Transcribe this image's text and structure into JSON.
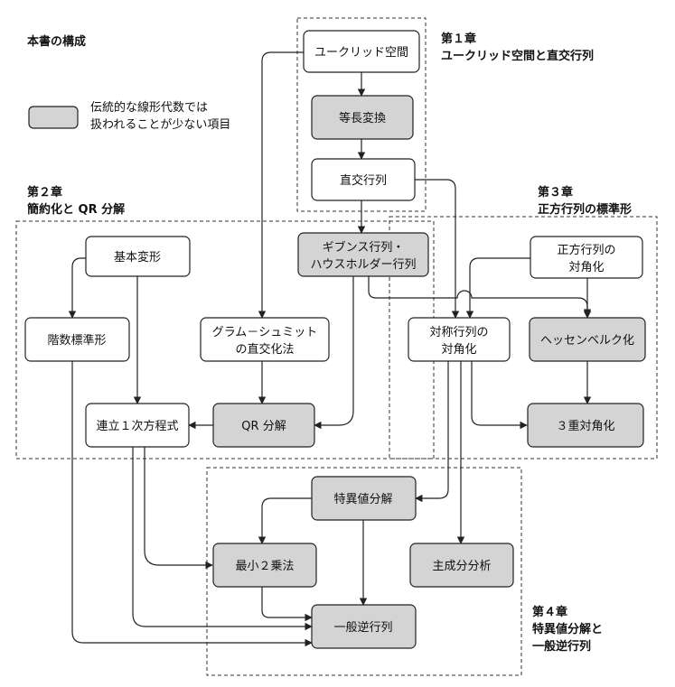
{
  "title": "本書の構成",
  "legend": {
    "line1": "伝統的な線形代数では",
    "line2": "扱われることが少ない項目",
    "fill": "#d4d4d4"
  },
  "colors": {
    "gray_box": "#d4d4d4",
    "white_box": "#ffffff",
    "stroke": "#222222"
  },
  "chapters": {
    "ch1": {
      "line1": "第１章",
      "line2": "ユークリッド空間と直交行列"
    },
    "ch2": {
      "line1": "第２章",
      "line2": "簡約化と QR 分解"
    },
    "ch3": {
      "line1": "第３章",
      "line2": "正方行列の標準形"
    },
    "ch4": {
      "line1": "第４章",
      "line2": "特異値分解と",
      "line3": "一般逆行列"
    }
  },
  "nodes": {
    "euclid": {
      "line1": "ユークリッド空間"
    },
    "isometry": {
      "line1": "等長変換"
    },
    "orthogonal": {
      "line1": "直交行列"
    },
    "givens": {
      "line1": "ギブンス行列・",
      "line2": "ハウスホルダー行列"
    },
    "elementary": {
      "line1": "基本変形"
    },
    "echelon": {
      "line1": "階数標準形"
    },
    "gram": {
      "line1": "グラム－シュミット",
      "line2": "の直交化法"
    },
    "linear_eq": {
      "line1": "連立１次方程式"
    },
    "qr": {
      "line1": "QR 分解"
    },
    "square_diag": {
      "line1": "正方行列の",
      "line2": "対角化"
    },
    "sym_diag": {
      "line1": "対称行列の",
      "line2": "対角化"
    },
    "hessenberg": {
      "line1": "ヘッセンベルク化"
    },
    "tridiag": {
      "line1": "３重対角化"
    },
    "svd": {
      "line1": "特異値分解"
    },
    "least_sq": {
      "line1": "最小２乗法"
    },
    "pca": {
      "line1": "主成分分析"
    },
    "pinv": {
      "line1": "一般逆行列"
    }
  }
}
